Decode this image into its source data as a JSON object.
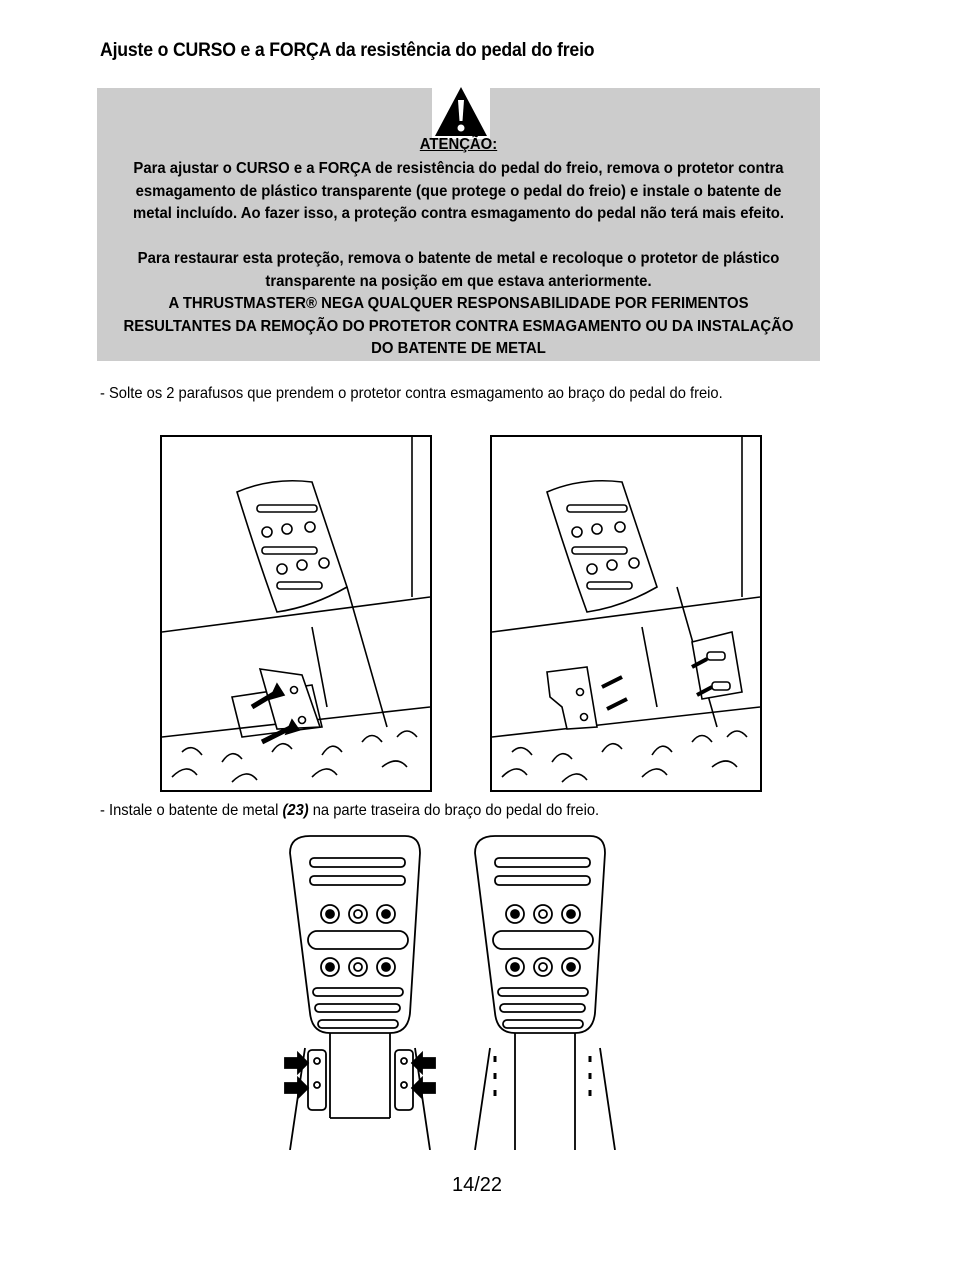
{
  "title": "Ajuste o CURSO e a FORÇA da resistência do pedal do freio",
  "warning": {
    "icon": "warning-triangle-icon",
    "heading": "ATENÇÃO:",
    "paragraph1": "Para ajustar o CURSO e a FORÇA de resistência do pedal do freio, remova o protetor contra esmagamento de plástico transparente (que protege o pedal do freio) e instale o batente de metal incluído. Ao fazer isso, a proteção contra esmagamento do pedal não terá mais efeito.",
    "paragraph2_line1": "Para restaurar esta proteção, remova o batente de metal e recoloque o protetor de plástico transparente na posição em que estava anteriormente.",
    "paragraph2_line2": "A THRUSTMASTER® NEGA QUALQUER RESPONSABILIDADE POR FERIMENTOS RESULTANTES DA REMOÇÃO DO PROTETOR CONTRA ESMAGAMENTO OU DA INSTALAÇÃO DO BATENTE DE METAL"
  },
  "step1": "- Solte os 2 parafusos que prendem o protetor contra esmagamento ao braço do pedal do freio.",
  "step2": {
    "prefix": "- Instale o batente de metal ",
    "ref": "(23)",
    "suffix": " na parte traseira do braço do pedal do freio."
  },
  "page_number": "14/22"
}
